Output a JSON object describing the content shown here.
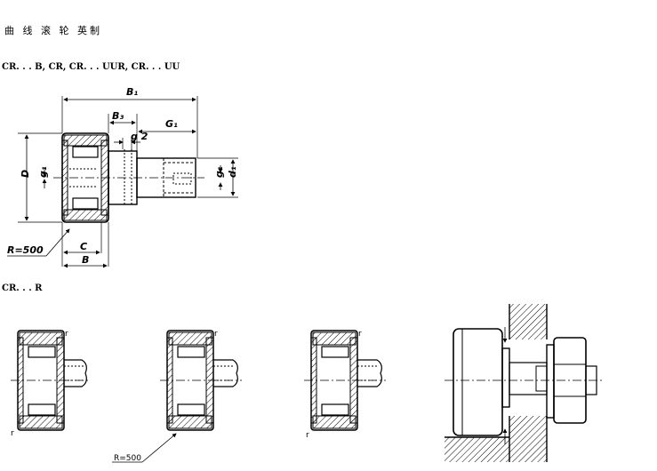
{
  "page_title": "曲 线 滚 轮 英制",
  "series_label": "CR. . . B, CR,   CR. . . UUR,   CR. . . UU",
  "section_label": "CR. . . R",
  "main_drawing": {
    "dims": {
      "B1": "B₁",
      "B3": "B₃",
      "G1": "G₁",
      "g2": "g 2",
      "D": "D",
      "g1_left": "g₁",
      "g1_right": "g₁",
      "d1": "d₁",
      "R": "R=500",
      "C": "C",
      "B": "B"
    }
  },
  "mount_drawings": {
    "r1": "r",
    "r1b": "r",
    "r2": "r",
    "r3": "r",
    "r4": "r",
    "R500": "R=500"
  }
}
